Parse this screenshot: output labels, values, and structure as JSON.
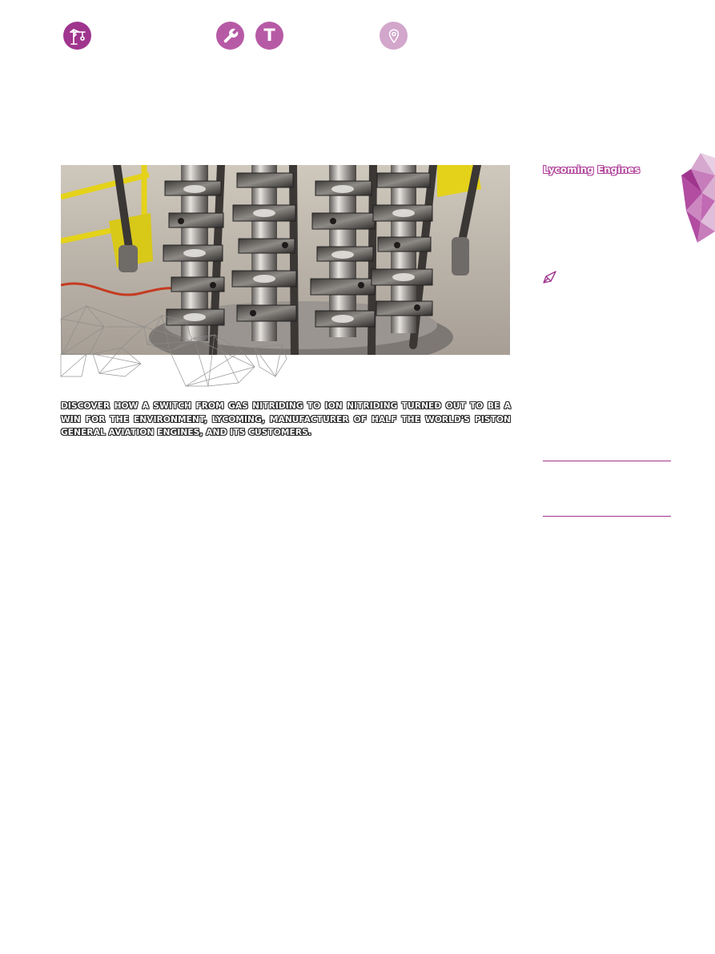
{
  "header": {
    "icons": [
      {
        "name": "crane-icon",
        "color": "#a0358e"
      },
      {
        "name": "wrench-icon",
        "color": "#b75aa6"
      },
      {
        "name": "text-t-icon",
        "color": "#b75aa6"
      },
      {
        "name": "location-pin-icon",
        "color": "#d3a6cc"
      }
    ],
    "t_glyph": "T"
  },
  "hero": {
    "image": "crankshafts-on-ion-nitriding-fixture-photo"
  },
  "article": {
    "intro": "Discover how a switch from gas nitriding to ion nitriding turned out to be a win for the environment, Lycoming, manufacturer of half the world's piston general aviation engines, and its customers."
  },
  "sidebar": {
    "company": "Lycoming Engines",
    "icon": "rocket-icon"
  },
  "colors": {
    "accent": "#a0358e",
    "accent_light": "#d3a6cc"
  }
}
